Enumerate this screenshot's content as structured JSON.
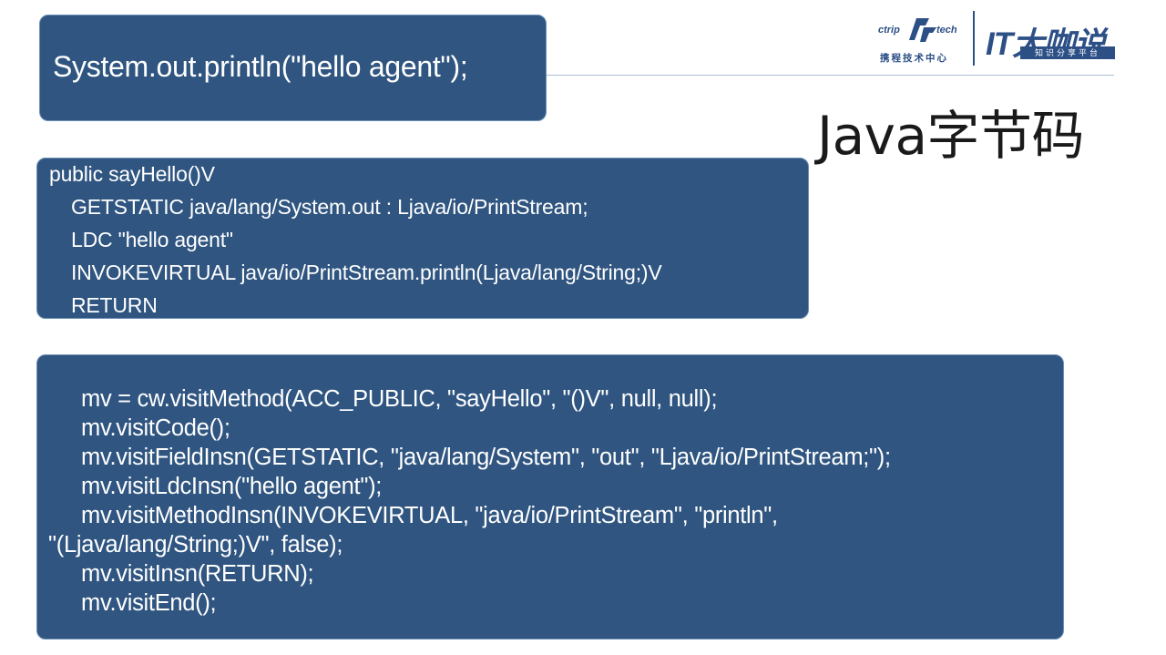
{
  "slide": {
    "title": "Java字节码",
    "source_code": "System.out.println(\"hello agent\");",
    "bytecode_lines": [
      "public sayHello()V",
      "GETSTATIC java/lang/System.out : Ljava/io/PrintStream;",
      "LDC \"hello agent\"",
      "INVOKEVIRTUAL java/io/PrintStream.println(Ljava/lang/String;)V",
      "RETURN"
    ],
    "asm_lines": [
      "mv = cw.visitMethod(ACC_PUBLIC, \"sayHello\", \"()V\", null, null);",
      "mv.visitCode();",
      "mv.visitFieldInsn(GETSTATIC, \"java/lang/System\", \"out\", \"Ljava/io/PrintStream;\");",
      "mv.visitLdcInsn(\"hello agent\");",
      "mv.visitMethodInsn(INVOKEVIRTUAL, \"java/io/PrintStream\", \"println\",",
      "\"(Ljava/lang/String;)V\", false);",
      "mv.visitInsn(RETURN);",
      "mv.visitEnd();"
    ]
  },
  "logos": {
    "ctrip_wordmark": "ctrip tech",
    "ctrip_subtitle": "携程技术中心",
    "it_mark": "IT大咖说",
    "it_tagline": "知识分享平台"
  },
  "colors": {
    "box_fill": "#2f5580",
    "box_border": "#6d8fb4",
    "logo_blue": "#2c4f86"
  }
}
